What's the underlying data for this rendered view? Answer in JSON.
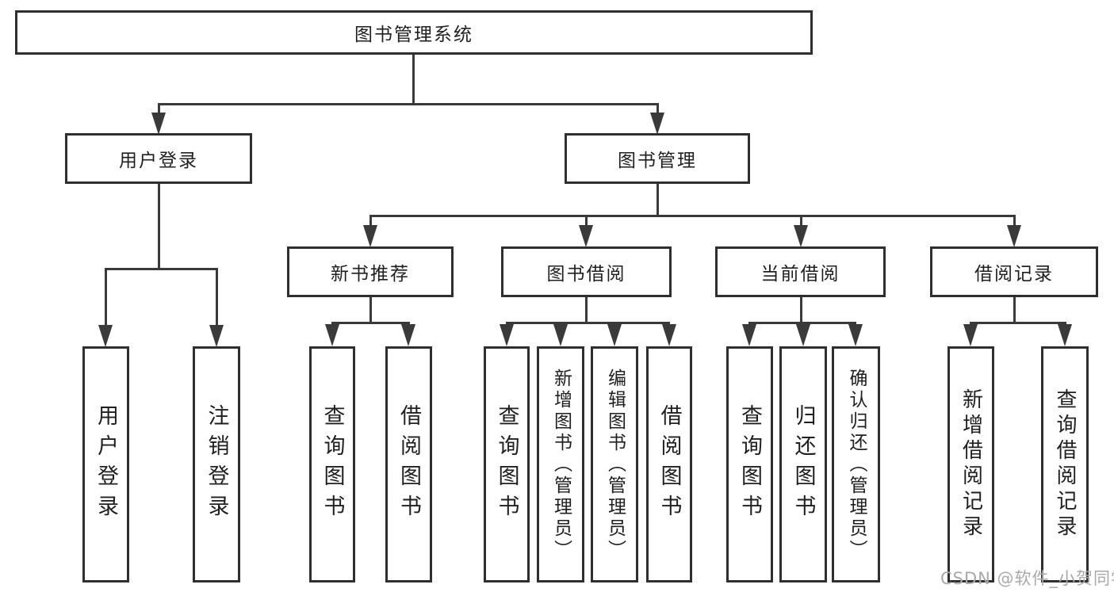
{
  "colors": {
    "background": "#ffffff",
    "line": "#3a3a3a",
    "box_border": "#2f2f2f",
    "text": "#1f1f1f",
    "watermark": "#a9a9a9"
  },
  "diagram": {
    "root": {
      "label": "图书管理系统"
    },
    "level2": {
      "user_login": "用户登录",
      "book_management": "图书管理"
    },
    "level3": {
      "new_book_recommend": "新书推荐",
      "book_borrow": "图书借阅",
      "current_borrow": "当前借阅",
      "borrow_records": "借阅记录"
    },
    "leaves": {
      "g1": [
        "用户登录",
        "注销登录"
      ],
      "g2": [
        "查询图书",
        "借阅图书"
      ],
      "g3": [
        "查询图书",
        "新增图书（管理员）",
        "编辑图书（管理员）",
        "借阅图书"
      ],
      "g4": [
        "查询图书",
        "归还图书",
        "确认归还（管理员）"
      ],
      "g5": [
        "新增借阅记录",
        "查询借阅记录"
      ]
    }
  },
  "watermark": {
    "text": "CSDN @软件_小贺同学"
  }
}
